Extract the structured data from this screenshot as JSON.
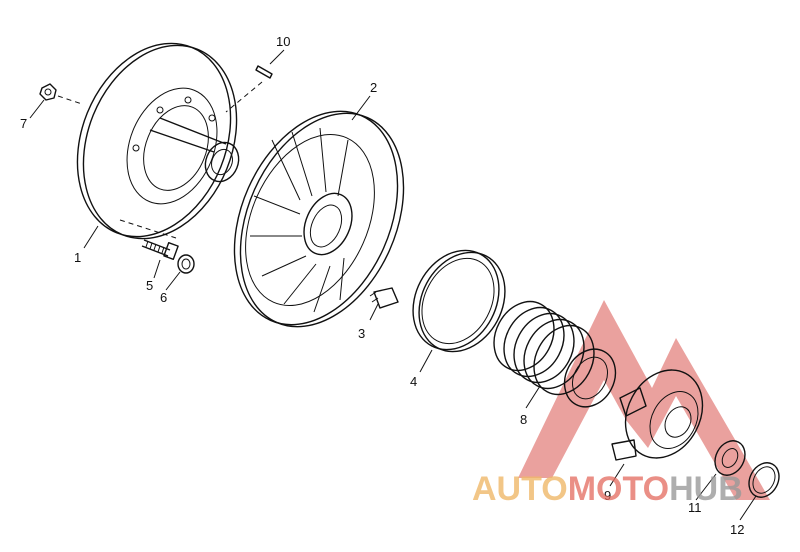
{
  "diagram": {
    "callouts": [
      {
        "id": "1",
        "text": "1"
      },
      {
        "id": "2",
        "text": "2"
      },
      {
        "id": "3",
        "text": "3"
      },
      {
        "id": "4",
        "text": "4"
      },
      {
        "id": "5",
        "text": "5"
      },
      {
        "id": "6",
        "text": "6"
      },
      {
        "id": "7",
        "text": "7"
      },
      {
        "id": "8",
        "text": "8"
      },
      {
        "id": "9",
        "text": "9"
      },
      {
        "id": "10",
        "text": "10"
      },
      {
        "id": "11",
        "text": "11"
      },
      {
        "id": "12",
        "text": "12"
      }
    ]
  },
  "watermark": {
    "text_part1": "AUTO",
    "text_part2": "MOTO",
    "text_part3": "HUB",
    "colors": {
      "auto": "#f0b86a",
      "moto": "#e46a5e",
      "hub": "#9a9a9a",
      "logo": "#d9534f"
    }
  }
}
